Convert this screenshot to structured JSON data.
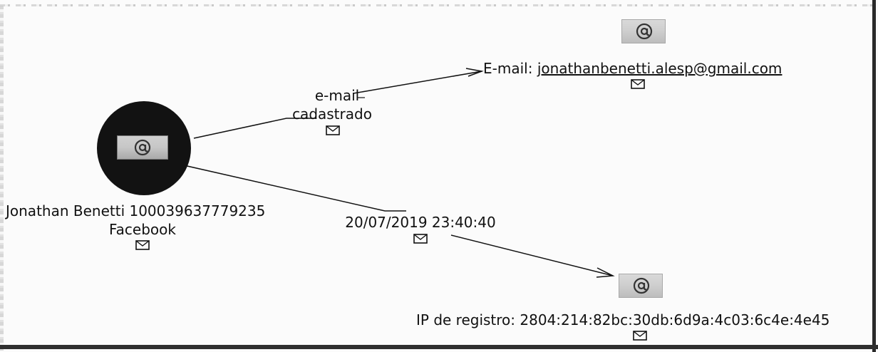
{
  "source_node": {
    "name_line": "Jonathan Benetti 100039637779235",
    "platform": "Facebook",
    "icon": "at-sign-icon"
  },
  "edges": [
    {
      "label_line1": "e-mail",
      "label_line2": "cadastrado",
      "icon": "envelope-icon"
    },
    {
      "label": "20/07/2019 23:40:40",
      "icon": "envelope-icon"
    }
  ],
  "targets": [
    {
      "prefix": "E-mail: ",
      "value": "jonathanbenetti.alesp@gmail.com",
      "icon": "at-sign-icon"
    },
    {
      "label": "IP de registro: 2804:214:82bc:30db:6d9a:4c03:6c4e:4e45",
      "icon": "at-sign-icon"
    }
  ],
  "colors": {
    "node_fill": "#121212",
    "badge": "#cfcfcf",
    "line": "#111111"
  }
}
